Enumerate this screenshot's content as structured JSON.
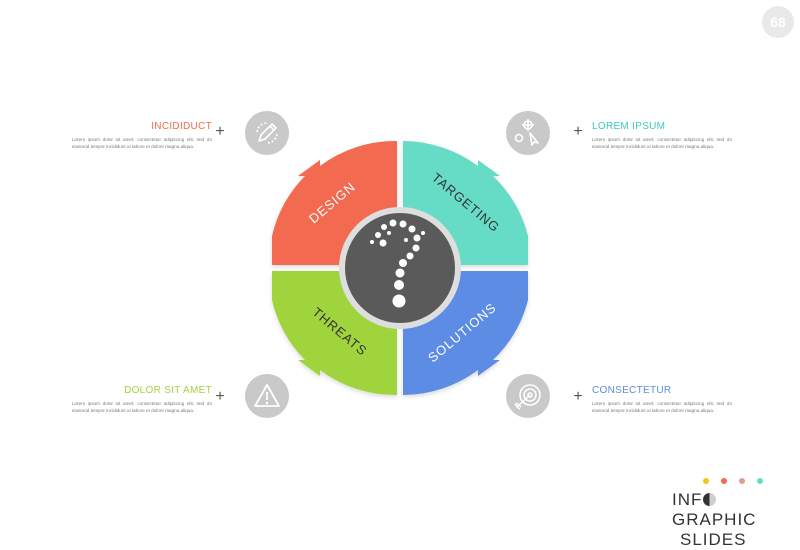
{
  "page_number": "68",
  "center_icon": "question-mark-icon",
  "segments": [
    {
      "label": "DESIGN",
      "color": "#f26b4f"
    },
    {
      "label": "TARGETING",
      "color": "#66dcc6"
    },
    {
      "label": "THREATS",
      "color": "#9fd43d"
    },
    {
      "label": "SOLUTIONS",
      "color": "#5d8ce4"
    }
  ],
  "items": [
    {
      "title": "INCIDIDUCT",
      "color": "#f26b4f",
      "icon": "pencil-icon",
      "body": "Lorem ipsum dolor sit amet, consectetur adipiscing elit, sed do eiusmod tempor incididunt ut labore et dolore magna aliqua."
    },
    {
      "title": "LOREM IPSUM",
      "color": "#3cc8bf",
      "icon": "target-cursor-icon",
      "body": "Lorem ipsum dolor sit amet, consectetur adipiscing elit, sed do eiusmod tempor incididunt ut labore et dolore magna aliqua."
    },
    {
      "title": "DOLOR SIT AMET",
      "color": "#9fd43d",
      "icon": "warning-icon",
      "body": "Lorem ipsum dolor sit amet, consectetur adipiscing elit, sed do eiusmod tempor incididunt ut labore et dolore magna aliqua."
    },
    {
      "title": "CONSECTETUR",
      "color": "#5d8ce4",
      "icon": "dartboard-icon",
      "body": "Lorem ipsum dolor sit amet, consectetur adipiscing elit, sed do eiusmod tempor incididunt ut labore et dolore magna aliqua."
    }
  ],
  "plus_sign": "+",
  "brand": {
    "line1_a": "INF",
    "line1_b": "GRAPHIC",
    "line2": "SLIDES",
    "dot_colors": [
      "#f5c518",
      "#f26b4f",
      "#e39a8f",
      "#66dcc6"
    ]
  }
}
